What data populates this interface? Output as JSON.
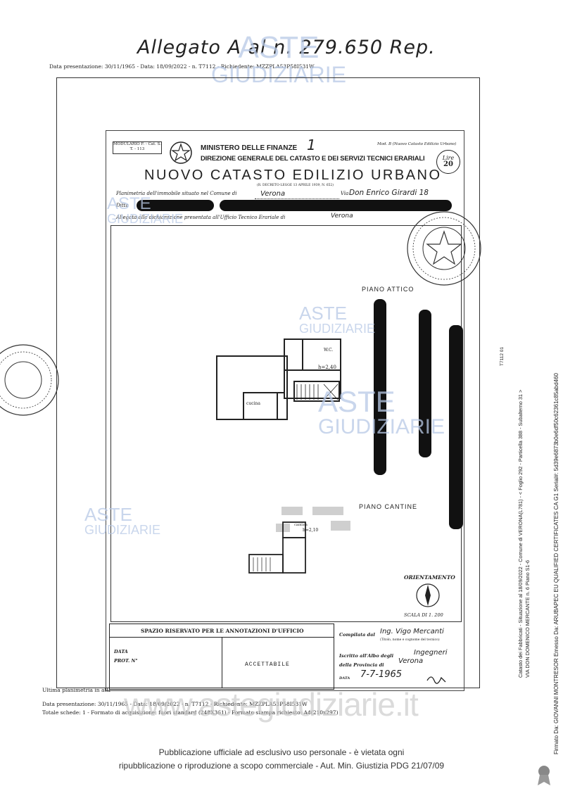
{
  "top": {
    "handwritten_header": "Allegato A al n. 279.650 Rep.",
    "presentation_line": "Data presentazione: 30/11/1965 - Data: 18/09/2022 - n. T7112 - Richiedente: MZZPLA53P58I531W"
  },
  "watermark": {
    "line1": "ASTE",
    "line2": "GIUDIZIARIE",
    "site": "www.astegiudiziarie.it"
  },
  "form": {
    "modulario": "MODULARIO F. - Cat. S. T. - 113",
    "mod_b": "Mod. B (Nuovo Catasto Edilizio Urbano)",
    "ministry": "MINISTERO DELLE FINANZE",
    "page_number": "1",
    "directorate": "DIREZIONE GENERALE DEL CATASTO E DEI SERVIZI TECNICI ERARIALI",
    "title": "NUOVO CATASTO EDILIZIO URBANO",
    "decree": "(R. DECRETO-LEGGE 13 APRILE 1939, N. 652)",
    "stamp_lire": "Lire",
    "stamp_amount": "20",
    "planimetry_label": "Planimetria dell'immobile situato nel Comune di",
    "comune_value": "Verona",
    "via_label": "Via",
    "via_value": "Don Enrico Girardi 18",
    "ditta_label": "Ditta",
    "allegata_label": "Allegata alla dichiarazione presentata all'Ufficio Tecnico Erariale di",
    "ufficio_value": "Verona"
  },
  "plan": {
    "piano_attico": "PIANO ATTICO",
    "wc": "W.C.",
    "height_attico": "h=2,40",
    "cucina": "cucina",
    "piano_cantine": "PIANO CANTINE",
    "cantina": "cantina",
    "height_cantina": "h=2,10",
    "orientamento": "ORIENTAMENTO",
    "scala": "SCALA DI 1. 200"
  },
  "office": {
    "header": "SPAZIO RISERVATO PER LE ANNOTAZIONI D'UFFICIO",
    "data_label": "DATA",
    "prot_label": "PROT. N°",
    "accettabile": "ACCETTABILE",
    "compilata_label": "Compilata dal",
    "compilata_value": "Ing. Vigo Mercanti",
    "compilata_sub": "(Titolo, nome e cognome del tecnico)",
    "iscritto_label": "Iscritto all'Albo degli",
    "iscritto_value": "Ingegneri",
    "provincia_label": "della Provincia di",
    "provincia_value": "Verona",
    "data_value_label": "DATA",
    "data_value": "7-7-1965"
  },
  "bottom": {
    "ultima": "Ultima planimetria in atti",
    "presentation_line": "Data presentazione: 30/11/1965 - Data: 18/09/2022 - n. T7112 - Richiedente: MZZPLA53P58I531W",
    "totale": "Totale schede: 1 - Formato di acquisizione: fuori standard (248X361) - Formato stampa richiesto: A4(210x297)",
    "footer_line1": "Pubblicazione ufficiale ad esclusivo uso personale - è vietata ogni",
    "footer_line2": "ripubblicazione o riproduzione a scopo commerciale - Aut. Min. Giustizia PDG 21/07/09"
  },
  "side": {
    "catasto_line1": "Catasto dei Fabbricati - Situazione al 18/09/2022 - Comune di VERONA(L781) - < Foglio 292 - Particella 388 - Subalterno 31 >",
    "catasto_line2": "VIA DON DOMENICO MERCANTE n. 6 Piano S1-6",
    "code": "T7112 01",
    "firmato": "Firmato Da: GIOVANNI MONTRESOR Emesso Da: ARUBAPEC EU QUALIFIED CERTIFICATES CA G1 Serial#: 5d39e6873b0e6df50c62361c85abd460"
  }
}
